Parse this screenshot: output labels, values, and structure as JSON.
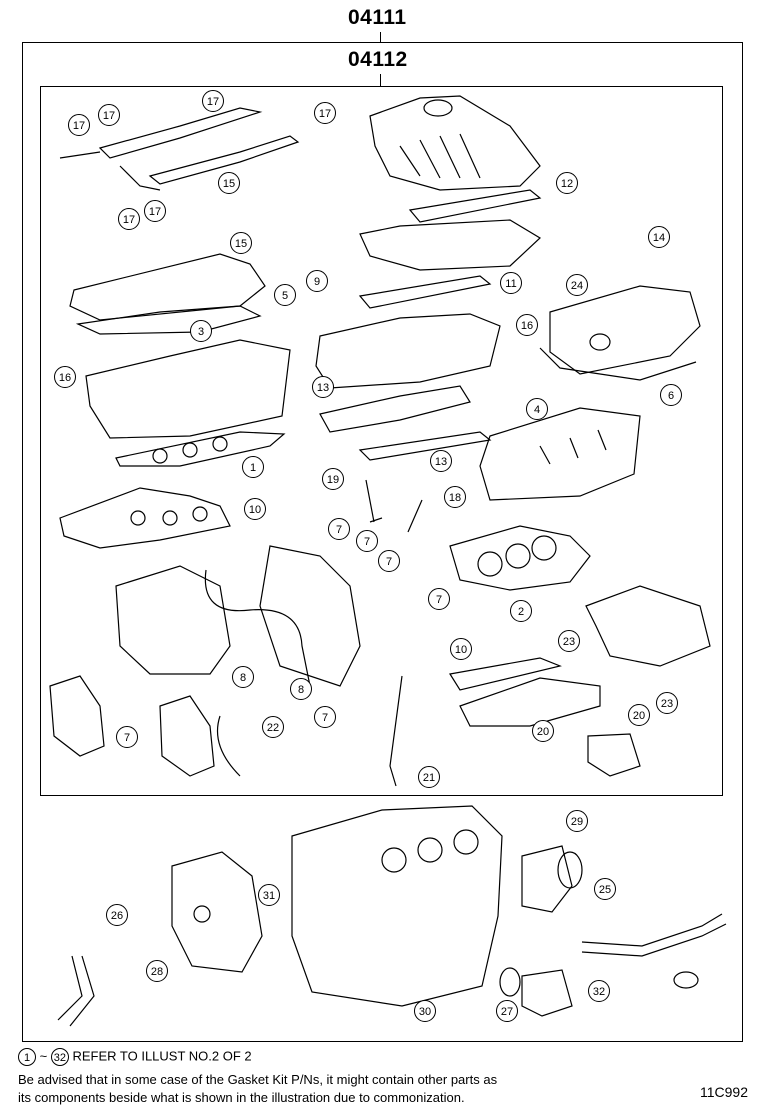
{
  "header": {
    "outer_code": "04111",
    "inner_code": "04112"
  },
  "callouts": [
    {
      "id": "c17a",
      "label": "17"
    },
    {
      "id": "c17b",
      "label": "17"
    },
    {
      "id": "c17c",
      "label": "17"
    },
    {
      "id": "c17d",
      "label": "17"
    },
    {
      "id": "c17e",
      "label": "17"
    },
    {
      "id": "c17f",
      "label": "17"
    },
    {
      "id": "c15a",
      "label": "15"
    },
    {
      "id": "c15b",
      "label": "15"
    },
    {
      "id": "c12",
      "label": "12"
    },
    {
      "id": "c9",
      "label": "9"
    },
    {
      "id": "c14",
      "label": "14"
    },
    {
      "id": "c24",
      "label": "24"
    },
    {
      "id": "c5",
      "label": "5"
    },
    {
      "id": "c11",
      "label": "11"
    },
    {
      "id": "c3",
      "label": "3"
    },
    {
      "id": "c16a",
      "label": "16"
    },
    {
      "id": "c16b",
      "label": "16"
    },
    {
      "id": "c6",
      "label": "6"
    },
    {
      "id": "c13a",
      "label": "13"
    },
    {
      "id": "c4",
      "label": "4"
    },
    {
      "id": "c13b",
      "label": "13"
    },
    {
      "id": "c1",
      "label": "1"
    },
    {
      "id": "c19",
      "label": "19"
    },
    {
      "id": "c18",
      "label": "18"
    },
    {
      "id": "c10a",
      "label": "10"
    },
    {
      "id": "c7a",
      "label": "7"
    },
    {
      "id": "c7b",
      "label": "7"
    },
    {
      "id": "c7c",
      "label": "7"
    },
    {
      "id": "c7d",
      "label": "7"
    },
    {
      "id": "c2",
      "label": "2"
    },
    {
      "id": "c23a",
      "label": "23"
    },
    {
      "id": "c10b",
      "label": "10"
    },
    {
      "id": "c8a",
      "label": "8"
    },
    {
      "id": "c8b",
      "label": "8"
    },
    {
      "id": "c7e",
      "label": "7"
    },
    {
      "id": "c7f",
      "label": "7"
    },
    {
      "id": "c22",
      "label": "22"
    },
    {
      "id": "c23b",
      "label": "23"
    },
    {
      "id": "c20a",
      "label": "20"
    },
    {
      "id": "c20b",
      "label": "20"
    },
    {
      "id": "c21",
      "label": "21"
    },
    {
      "id": "c29",
      "label": "29"
    },
    {
      "id": "c31",
      "label": "31"
    },
    {
      "id": "c25",
      "label": "25"
    },
    {
      "id": "c26",
      "label": "26"
    },
    {
      "id": "c28",
      "label": "28"
    },
    {
      "id": "c27",
      "label": "27"
    },
    {
      "id": "c30",
      "label": "30"
    },
    {
      "id": "c32",
      "label": "32"
    }
  ],
  "footer": {
    "ref_start": "1",
    "ref_tilde": "~",
    "ref_end": "32",
    "ref_text": "REFER TO ILLUST NO.2 OF 2",
    "advisory_line1": "Be advised that in some case of the Gasket Kit P/Ns,  it might contain other parts as",
    "advisory_line2": "its components beside what is shown in the illustration due to commonization.",
    "illustration_code": "11C992"
  }
}
